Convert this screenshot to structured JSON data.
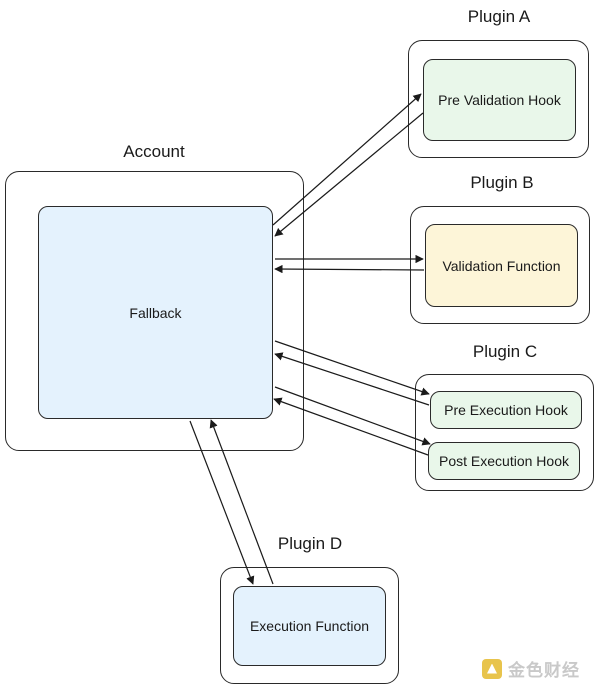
{
  "account": {
    "title": "Account",
    "inner_label": "Fallback"
  },
  "plugin_a": {
    "title": "Plugin A",
    "inner_label": "Pre Validation Hook"
  },
  "plugin_b": {
    "title": "Plugin B",
    "inner_label": "Validation Function"
  },
  "plugin_c": {
    "title": "Plugin C",
    "inner_label_1": "Pre Execution Hook",
    "inner_label_2": "Post Execution Hook"
  },
  "plugin_d": {
    "title": "Plugin D",
    "inner_label": "Execution Function"
  },
  "watermark": {
    "text": "金色财经"
  },
  "colors": {
    "pre_validation": "#e9f7ea",
    "validation": "#fdf5d8",
    "fallback": "#e4f2fd",
    "execution": "#e4f2fd",
    "plugin_c_hooks": "#e9f7ea"
  }
}
